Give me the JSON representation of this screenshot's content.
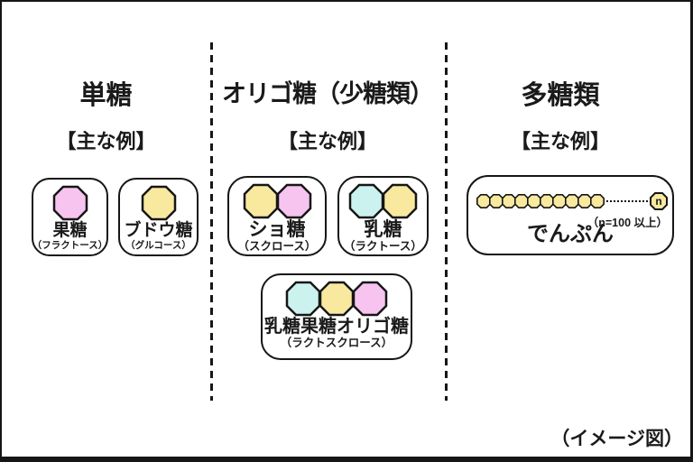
{
  "colors": {
    "pink": "#f6c4ef",
    "yellow": "#f8e99f",
    "cyan": "#ccf2ef",
    "outline": "#161616"
  },
  "caption": "（イメージ図）",
  "columns": [
    {
      "title": "単糖",
      "subtitle": "【主な例】",
      "items": [
        {
          "name": "果糖",
          "alias": "（フラクトース）",
          "units": [
            "pink"
          ]
        },
        {
          "name": "ブドウ糖",
          "alias": "（グルコース）",
          "units": [
            "yellow"
          ]
        }
      ]
    },
    {
      "title": "オリゴ糖（少糖類）",
      "subtitle": "【主な例】",
      "items": [
        {
          "name": "ショ糖",
          "alias": "（スクロース）",
          "units": [
            "yellow",
            "pink"
          ]
        },
        {
          "name": "乳糖",
          "alias": "（ラクトース）",
          "units": [
            "cyan",
            "yellow"
          ]
        },
        {
          "name": "乳糖果糖オリゴ糖",
          "alias": "（ラクトスクロース）",
          "units": [
            "cyan",
            "yellow",
            "pink"
          ]
        }
      ]
    },
    {
      "title": "多糖類",
      "subtitle": "【主な例】",
      "starch": {
        "name": "でんぷん",
        "chain_count": 10,
        "n_label": "n",
        "n_note": "（n=100 以上）"
      }
    }
  ]
}
